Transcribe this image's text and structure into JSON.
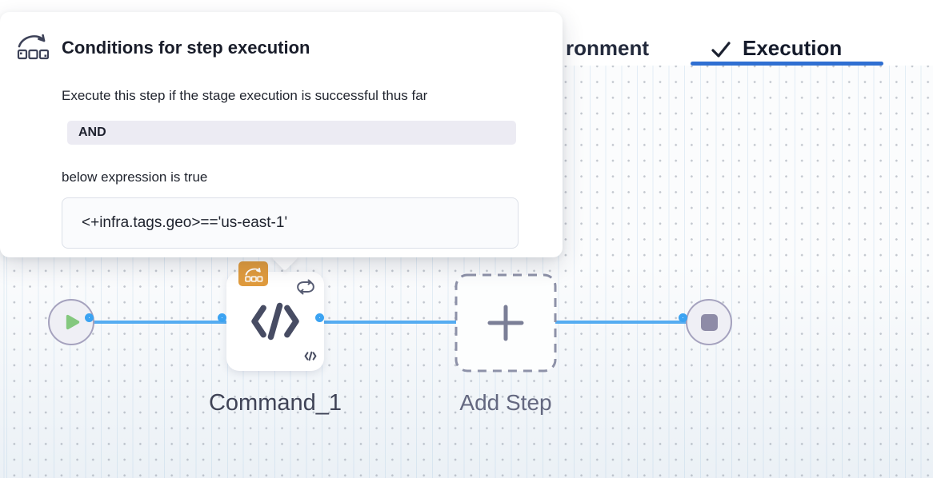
{
  "header": {
    "tabs": [
      {
        "id": "environment",
        "visible_label": "ronment",
        "selected": false
      },
      {
        "id": "execution",
        "label": "Execution",
        "selected": true,
        "icon": "checkmark-icon"
      }
    ]
  },
  "popover": {
    "icon": "conditional-execution-icon",
    "title": "Conditions for step execution",
    "description": "Execute this step if the stage execution is successful thus far",
    "operator_badge": "AND",
    "expression_intro": "below expression is true",
    "expression": "<+infra.tags.geo>=='us-east-1'"
  },
  "canvas": {
    "start_node": {
      "icon": "play-icon"
    },
    "end_node": {
      "icon": "stop-icon"
    },
    "steps": [
      {
        "label": "Command_1",
        "type": "command-step",
        "badges": [
          "conditional-execution",
          "loop-strategy"
        ],
        "icon": "code-icon"
      },
      {
        "label": "Add Step",
        "type": "add-step",
        "icon": "plus-icon"
      }
    ]
  },
  "colors": {
    "tab_underline": "#2f6fd2",
    "edge_blue": "#55acf1",
    "connector_ring": "#3ba3f2",
    "badge_orange": "#e09b3d",
    "play_green": "#84c87e",
    "stop_gray": "#8e8ba7"
  }
}
